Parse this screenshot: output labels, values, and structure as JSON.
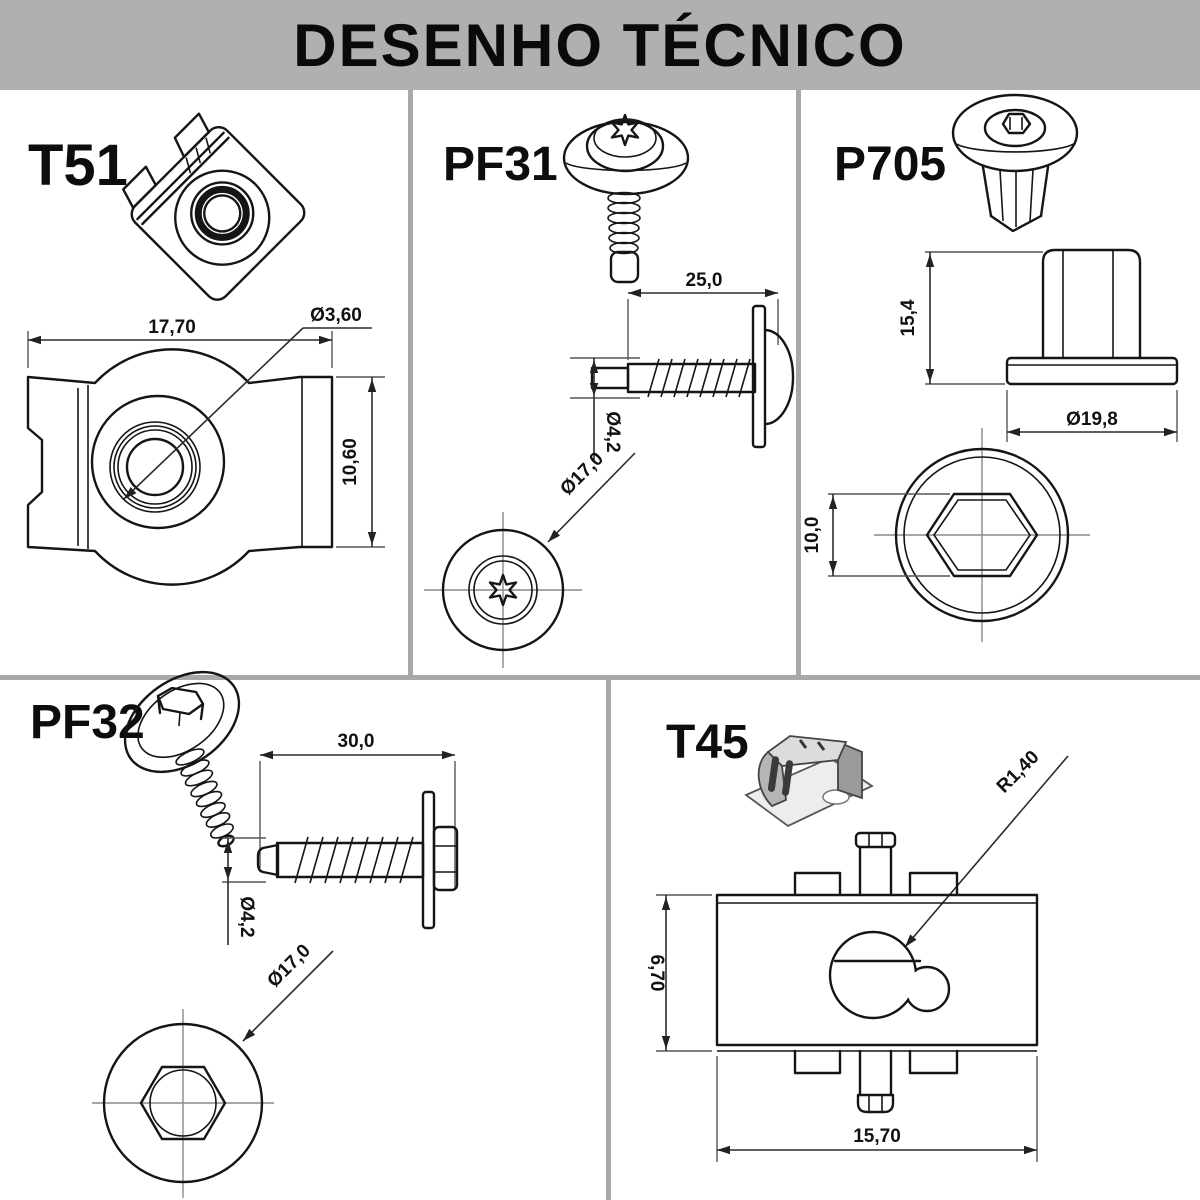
{
  "title": "DESENHO TÉCNICO",
  "colors": {
    "banner": "#b0b0b0",
    "divider": "#a8a8a8",
    "part_line": "#151515",
    "dim_line": "#2b2b2b",
    "centerline": "#8a8a8a"
  },
  "panels": {
    "t51": {
      "label": "T51",
      "dims": {
        "width": "17,70",
        "hole_diameter": "Ø3,60",
        "height": "10,60"
      }
    },
    "pf31": {
      "label": "PF31",
      "dims": {
        "length": "25,0",
        "thread_diameter": "Ø4,2",
        "washer_diameter": "Ø17,0"
      }
    },
    "p705": {
      "label": "P705",
      "dims": {
        "height": "15,4",
        "flange_diameter": "Ø19,8",
        "hex_socket": "10,0"
      }
    },
    "pf32": {
      "label": "PF32",
      "dims": {
        "length": "30,0",
        "thread_diameter": "Ø4,2",
        "washer_diameter": "Ø17,0"
      }
    },
    "t45": {
      "label": "T45",
      "dims": {
        "slot_radius": "R1,40",
        "height": "6,70",
        "width": "15,70"
      }
    }
  }
}
